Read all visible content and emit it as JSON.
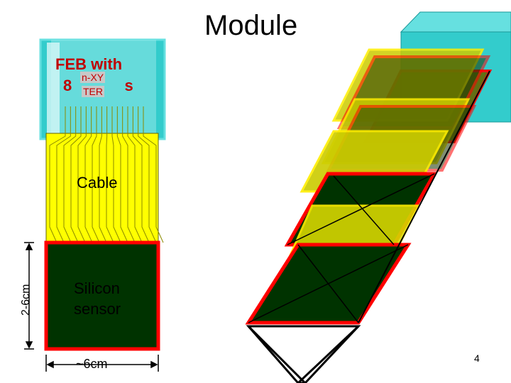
{
  "title": "Module",
  "feb": {
    "line1": "FEB with",
    "line2": "8",
    "chip_top": "n-XY",
    "chip_bottom": "TER",
    "suffix": "s"
  },
  "labels": {
    "cable": "Cable",
    "sensor_line1": "Silicon",
    "sensor_line2": "sensor",
    "width": "~6cm",
    "height": "2-6cm"
  },
  "page_number": "4",
  "colors": {
    "feb_board": "#33cccc",
    "cable": "#ffff00",
    "sensor": "#003300",
    "sensor_border": "#ff0000",
    "text_accent": "#c00000"
  }
}
